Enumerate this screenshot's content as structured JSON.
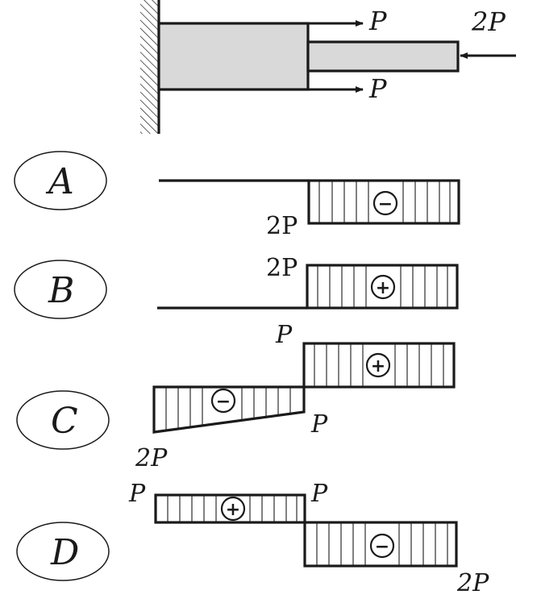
{
  "beam": {
    "force_top": "P",
    "force_bottom": "P",
    "force_end": "2P"
  },
  "options": [
    {
      "letter": "A"
    },
    {
      "letter": "B"
    },
    {
      "letter": "C"
    },
    {
      "letter": "D"
    }
  ],
  "diagram_a": {
    "label_2p": "2P",
    "sign": "−"
  },
  "diagram_b": {
    "label_2p": "2P",
    "sign": "+"
  },
  "diagram_c": {
    "label_p_top": "P",
    "label_p_mid": "P",
    "label_2p": "2P",
    "sign_pos": "+",
    "sign_neg": "−"
  },
  "diagram_d": {
    "label_p_left": "P",
    "label_p_mid": "P",
    "label_2p": "2P",
    "sign_pos": "+",
    "sign_neg": "−"
  },
  "colors": {
    "beam_fill": "#d9d9d9",
    "line": "#1a1a1a"
  }
}
